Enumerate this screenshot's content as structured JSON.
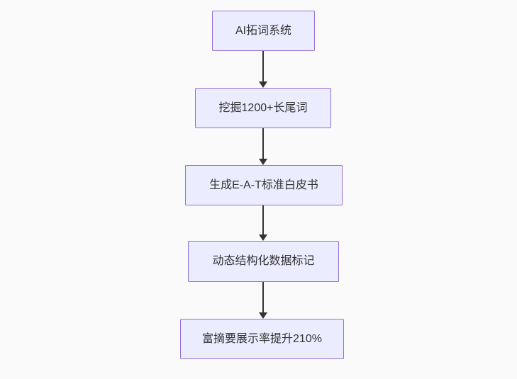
{
  "flowchart": {
    "type": "flowchart-top-down",
    "nodes": [
      {
        "label": "AI拓词系统"
      },
      {
        "label": "挖掘1200+长尾词"
      },
      {
        "label": "生成E-A-T标准白皮书"
      },
      {
        "label": "动态结构化数据标记"
      },
      {
        "label": "富摘要展示率提升210%"
      }
    ],
    "edges": [
      {
        "from": 0,
        "to": 1
      },
      {
        "from": 1,
        "to": 2
      },
      {
        "from": 2,
        "to": 3
      },
      {
        "from": 3,
        "to": 4
      }
    ]
  },
  "colors": {
    "canvas-bg": "#fafafa",
    "node-fill": "#ECECFF",
    "node-border": "#9370DB",
    "node-text": "#333333",
    "arrow": "#333333"
  }
}
